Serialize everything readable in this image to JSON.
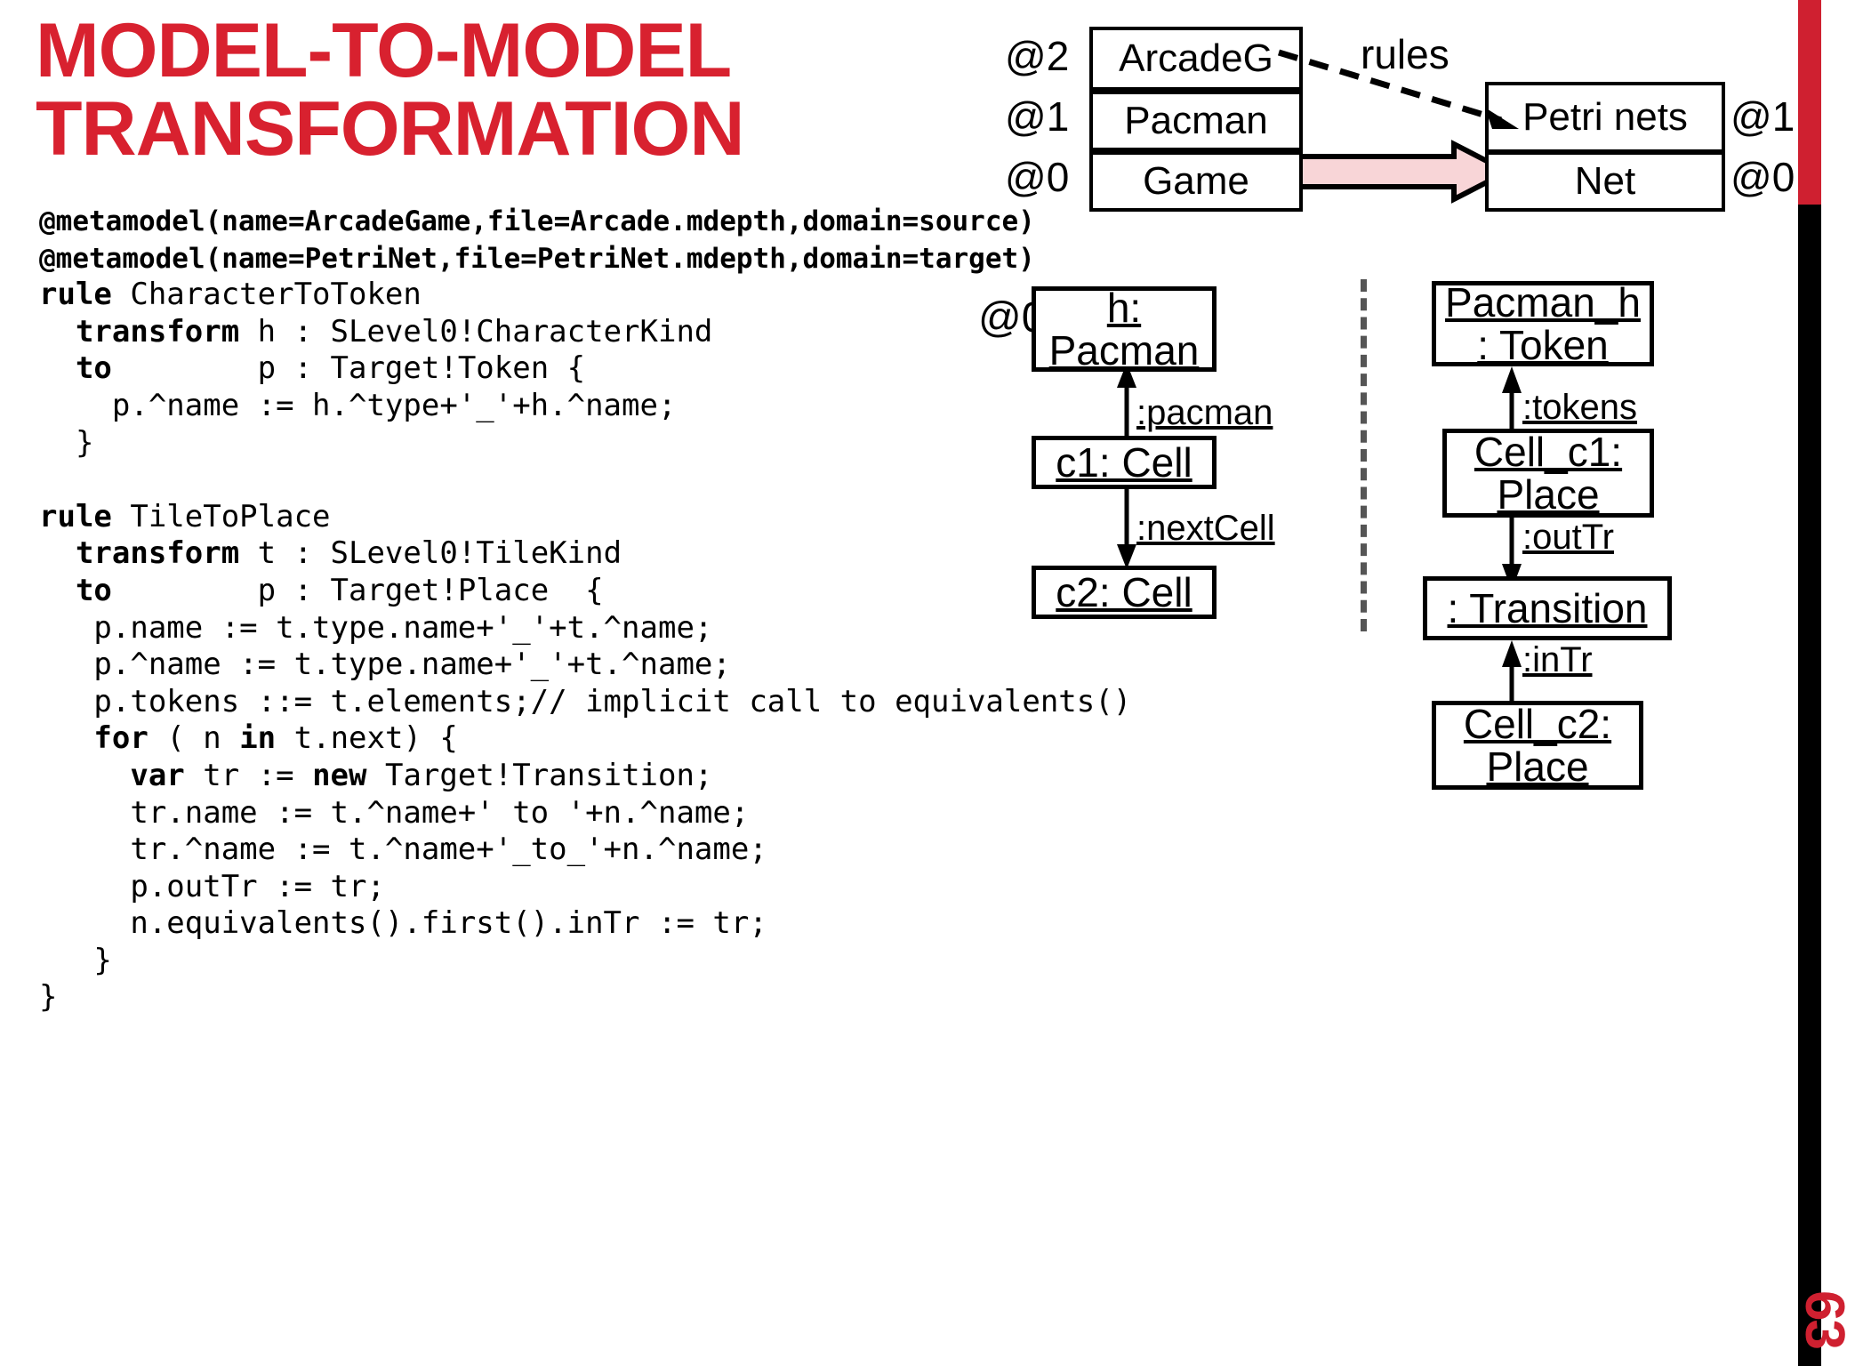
{
  "slide": {
    "page_number": "63",
    "accent_red": "#d8212f",
    "edge_red": "#cf2030",
    "edge_black": "#000000",
    "pink_arrow": "#f8d5d7"
  },
  "title": {
    "line1": "MODEL-TO-MODEL",
    "line2": "TRANSFORMATION"
  },
  "metamodel_diagram": {
    "source_levels": [
      "@2",
      "@1",
      "@0"
    ],
    "source_boxes": [
      "ArcadeG",
      "Pacman",
      "Game"
    ],
    "target_levels": [
      "@1",
      "@0"
    ],
    "target_boxes": [
      "Petri nets",
      "Net"
    ],
    "rules_label": "rules"
  },
  "code": {
    "lines": [
      [
        {
          "t": "@metamodel(name=ArcadeGame,file=Arcade.mdepth,domain=source)",
          "s": "meta"
        }
      ],
      [
        {
          "t": "@metamodel(name=PetriNet,file=PetriNet.mdepth,domain=target)",
          "s": "meta"
        }
      ],
      [
        {
          "t": "rule",
          "s": "b"
        },
        {
          "t": " CharacterToToken",
          "s": ""
        }
      ],
      [
        {
          "t": "  transform",
          "s": "b"
        },
        {
          "t": " h : SLevel0!CharacterKind",
          "s": ""
        }
      ],
      [
        {
          "t": "  to",
          "s": "b"
        },
        {
          "t": "        p : Target!Token {",
          "s": ""
        }
      ],
      [
        {
          "t": "    p.^name := h.^type+'_'+h.^name;",
          "s": ""
        }
      ],
      [
        {
          "t": "  }",
          "s": ""
        }
      ],
      [
        {
          "t": "",
          "s": ""
        }
      ],
      [
        {
          "t": "rule",
          "s": "b"
        },
        {
          "t": " TileToPlace",
          "s": ""
        }
      ],
      [
        {
          "t": "  transform",
          "s": "b"
        },
        {
          "t": " t : SLevel0!TileKind",
          "s": ""
        }
      ],
      [
        {
          "t": "  to",
          "s": "b"
        },
        {
          "t": "        p : Target!Place  {",
          "s": ""
        }
      ],
      [
        {
          "t": "   p.name := t.type.name+'_'+t.^name;",
          "s": ""
        }
      ],
      [
        {
          "t": "   p.^name := t.type.name+'_'+t.^name;",
          "s": ""
        }
      ],
      [
        {
          "t": "   p.tokens ::= t.elements;// implicit call to equivalents()",
          "s": ""
        }
      ],
      [
        {
          "t": "   ",
          "s": ""
        },
        {
          "t": "for",
          "s": "b"
        },
        {
          "t": " ( n ",
          "s": ""
        },
        {
          "t": "in",
          "s": "b"
        },
        {
          "t": " t.next) {",
          "s": ""
        }
      ],
      [
        {
          "t": "     ",
          "s": ""
        },
        {
          "t": "var",
          "s": "b"
        },
        {
          "t": " tr := ",
          "s": ""
        },
        {
          "t": "new",
          "s": "b"
        },
        {
          "t": " Target!Transition;",
          "s": ""
        }
      ],
      [
        {
          "t": "     tr.name := t.^name+' to '+n.^name;",
          "s": ""
        }
      ],
      [
        {
          "t": "     tr.^name := t.^name+'_to_'+n.^name;",
          "s": ""
        }
      ],
      [
        {
          "t": "     p.outTr := tr;",
          "s": ""
        }
      ],
      [
        {
          "t": "     n.equivalents().first().inTr := tr;",
          "s": ""
        }
      ],
      [
        {
          "t": "   }",
          "s": ""
        }
      ],
      [
        {
          "t": "}",
          "s": ""
        }
      ]
    ]
  },
  "object_diagram": {
    "level_label": "@0",
    "source": {
      "nodes": [
        {
          "l1": "h:",
          "l2": "Pacman"
        },
        {
          "l1": "c1: Cell",
          "l2": ""
        },
        {
          "l1": "c2: Cell",
          "l2": ""
        }
      ],
      "edges": [
        "",
        ":pacman",
        ":nextCell"
      ]
    },
    "target": {
      "nodes": [
        {
          "l1": "Pacman_h",
          "l2": ": Token"
        },
        {
          "l1": "Cell_c1:",
          "l2": "Place"
        },
        {
          "l1": ": Transition",
          "l2": ""
        },
        {
          "l1": "Cell_c2:",
          "l2": "Place"
        }
      ],
      "edges": [
        ":tokens",
        ":outTr",
        ":inTr"
      ]
    }
  }
}
